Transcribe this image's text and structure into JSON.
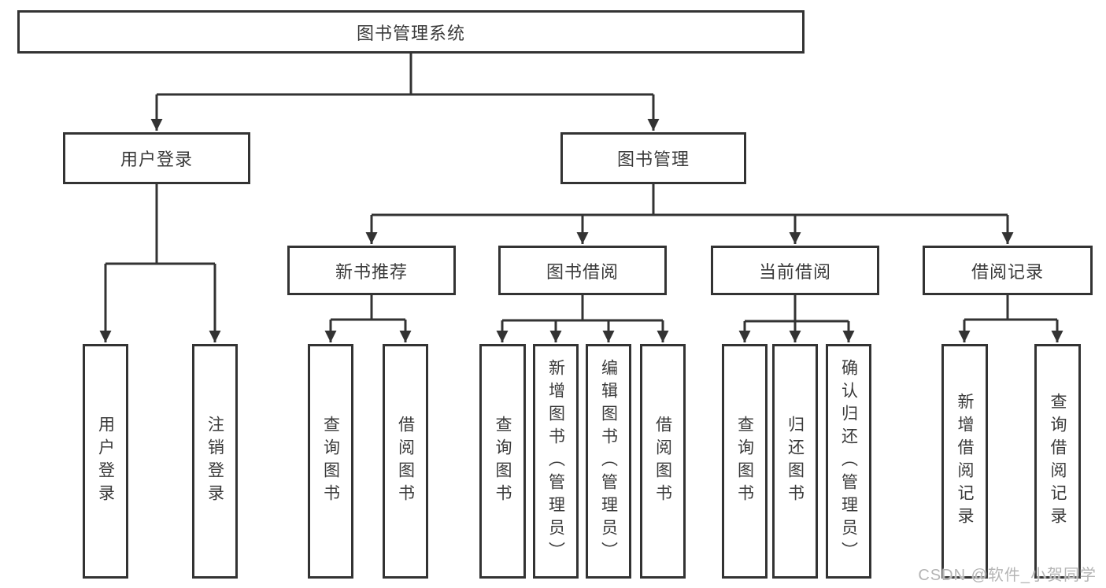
{
  "tree": {
    "root": "图书管理系统",
    "branches": [
      {
        "label": "用户登录",
        "children": [
          "用户登录",
          "注销登录"
        ]
      },
      {
        "label": "图书管理",
        "sections": [
          {
            "label": "新书推荐",
            "children": [
              "查询图书",
              "借阅图书"
            ]
          },
          {
            "label": "图书借阅",
            "children": [
              "查询图书",
              "新增图书（管理员）",
              "编辑图书（管理员）",
              "借阅图书"
            ]
          },
          {
            "label": "当前借阅",
            "children": [
              "查询图书",
              "归还图书",
              "确认归还（管理员）"
            ]
          },
          {
            "label": "借阅记录",
            "children": [
              "新增借阅记录",
              "查询借阅记录"
            ]
          }
        ]
      }
    ]
  },
  "watermark": "CSDN @软件_小贺同学",
  "colors": {
    "line": "#333333",
    "text": "#3a3a3a",
    "background": "#ffffff",
    "watermark": "#b5b5b5"
  }
}
